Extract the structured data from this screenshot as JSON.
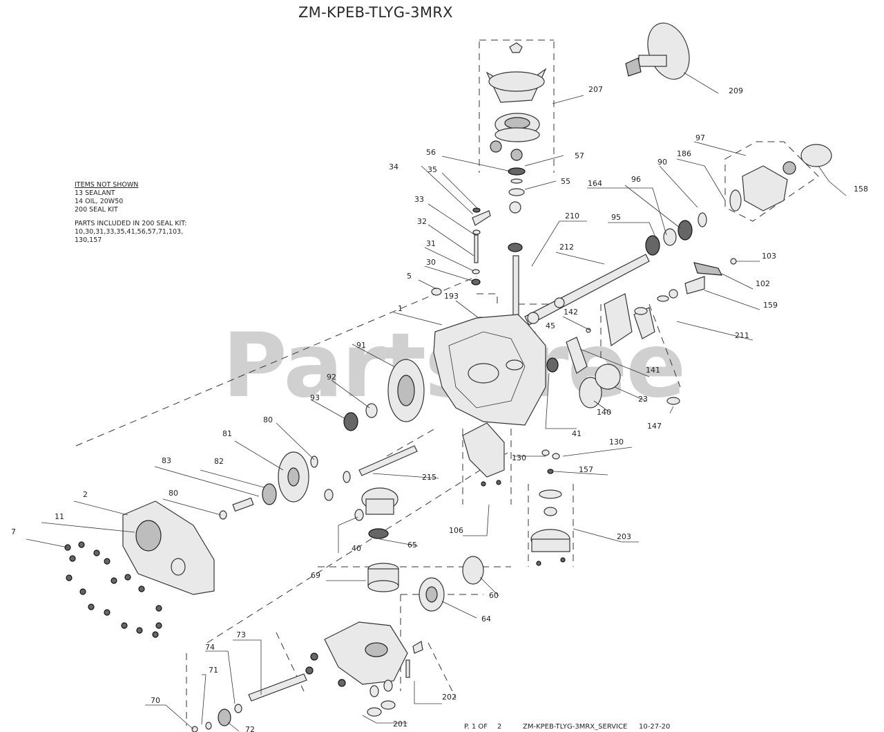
{
  "title": "ZM-KPEB-TLYG-3MRX",
  "notes": {
    "heading": "ITEMS NOT SHOWN",
    "line1": "13 SEALANT",
    "line2": "14 OIL, 20W50",
    "line3": "200 SEAL KIT",
    "kit_heading": "PARTS INCLUDED IN 200 SEAL KIT:",
    "kit_line1": "10,30,31,33,35,41,56,57,71,103,",
    "kit_line2": "130,157"
  },
  "watermark": "PartsTree",
  "footer": {
    "page": "P. 1 OF",
    "page_total": "2",
    "doc": "ZM-KPEB-TLYG-3MRX_SERVICE",
    "date": "10-27-20"
  },
  "callouts": {
    "c207": "207",
    "c209": "209",
    "c56": "56",
    "c57": "57",
    "c34": "34",
    "c35": "35",
    "c55": "55",
    "c33": "33",
    "c32": "32",
    "c31": "31",
    "c30": "30",
    "c5": "5",
    "c193": "193",
    "c1": "1",
    "c97": "97",
    "c90": "90",
    "c186": "186",
    "c96": "96",
    "c164": "164",
    "c158": "158",
    "c95": "95",
    "c210": "210",
    "c212": "212",
    "c103": "103",
    "c102": "102",
    "c159": "159",
    "c142": "142",
    "c45": "45",
    "c211": "211",
    "c91": "91",
    "c92": "92",
    "c93": "93",
    "c141": "141",
    "c23": "23",
    "c140": "140",
    "c147": "147",
    "c41": "41",
    "c80a": "80",
    "c81": "81",
    "c83": "83",
    "c82": "82",
    "c130a": "130",
    "c130b": "130",
    "c157": "157",
    "c2": "2",
    "c80b": "80",
    "c215": "215",
    "c11": "11",
    "c7": "7",
    "c106": "106",
    "c203": "203",
    "c40": "40",
    "c65": "65",
    "c69": "69",
    "c60": "60",
    "c64": "64",
    "c73": "73",
    "c74": "74",
    "c71": "71",
    "c202": "202",
    "c70": "70",
    "c201": "201",
    "c72": "72"
  }
}
